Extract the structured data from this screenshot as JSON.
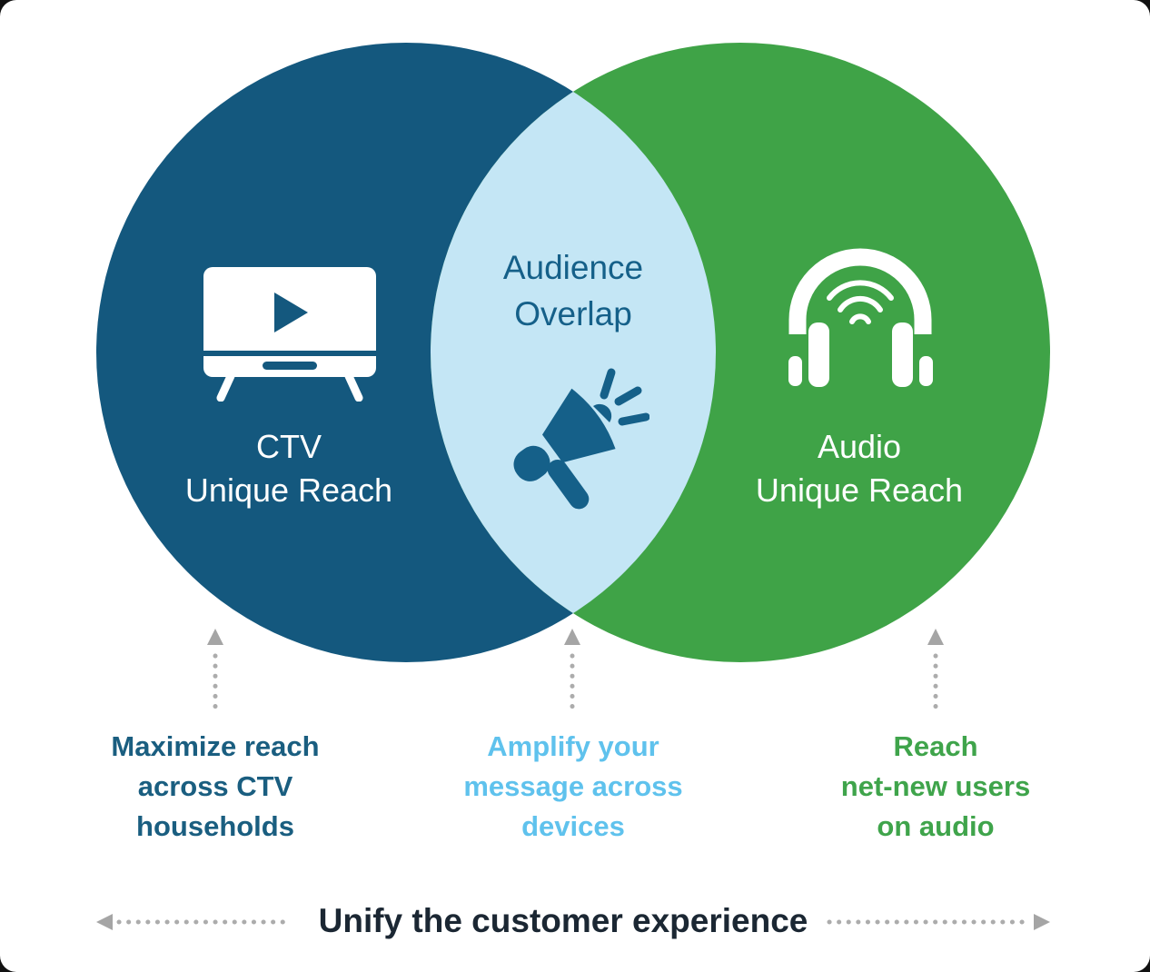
{
  "colors": {
    "ctv_circle": "#14587E",
    "audio_circle": "#3FA347",
    "overlap_region": "#C4E6F5",
    "overlap_text": "#156089",
    "ctv_caption_text": "#1A5E80",
    "overlap_caption_text": "#5FC2ED",
    "audio_caption_text": "#3FA44B",
    "footer_text": "#1B2733",
    "arrow_gray": "#ACACAC",
    "arrowhead_gray": "#A5A5A5",
    "icon_white": "#FFFFFF"
  },
  "venn": {
    "left": {
      "label": "CTV\nUnique Reach",
      "icon": "tv-play-icon",
      "caption": "Maximize reach\nacross CTV\nhouseholds"
    },
    "overlap": {
      "label": "Audience\nOverlap",
      "icon": "megaphone-icon",
      "caption": "Amplify your\nmessage across\ndevices"
    },
    "right": {
      "label": "Audio\nUnique Reach",
      "icon": "headphones-icon",
      "caption": "Reach\nnet-new users\non audio"
    }
  },
  "footer": {
    "title": "Unify the customer experience"
  }
}
